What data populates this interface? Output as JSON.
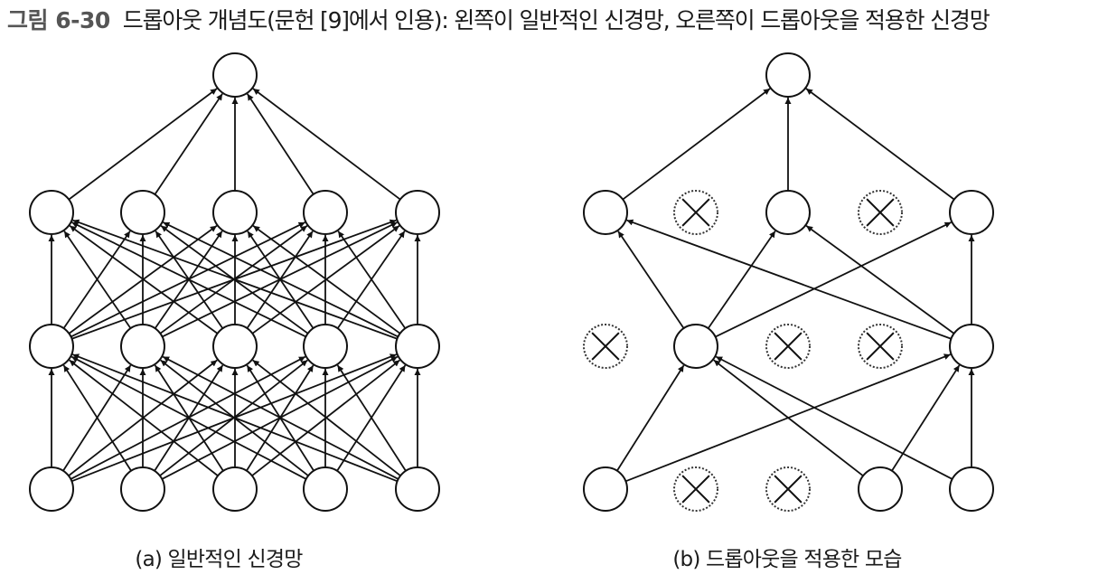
{
  "figure": {
    "number": "그림 6-30",
    "title": "드롭아웃 개념도(문헌 [9]에서 인용): 왼쪽이 일반적인 신경망, 오른쪽이 드롭아웃을 적용한 신경망"
  },
  "panels": [
    {
      "caption": "(a) 일반적인 신경망",
      "layers": [
        [
          true,
          true,
          true,
          true,
          true
        ],
        [
          true,
          true,
          true,
          true,
          true
        ],
        [
          true,
          true,
          true,
          true,
          true
        ],
        [
          true
        ]
      ]
    },
    {
      "caption": "(b) 드롭아웃을 적용한 모습",
      "layers": [
        [
          true,
          false,
          false,
          true,
          true
        ],
        [
          false,
          true,
          false,
          false,
          true
        ],
        [
          true,
          false,
          true,
          false,
          true
        ],
        [
          true
        ]
      ]
    }
  ],
  "colors": {
    "line": "#111111",
    "dropped_outline": "#333333"
  }
}
